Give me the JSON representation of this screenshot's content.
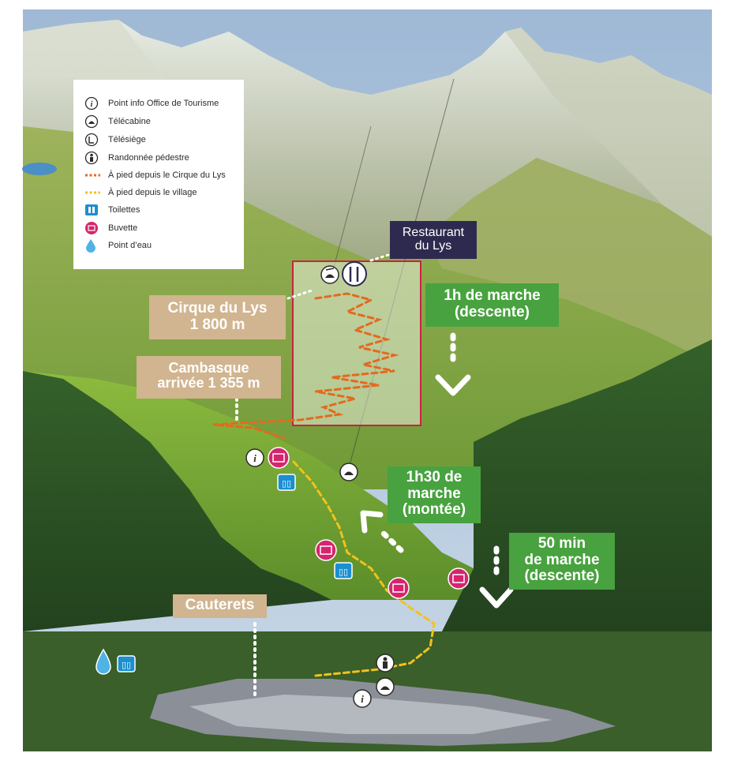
{
  "legend": {
    "items": [
      {
        "icon": "info-icon",
        "label": "Point info Office de Tourisme"
      },
      {
        "icon": "gondola-icon",
        "label": "Télécabine"
      },
      {
        "icon": "chairlift-icon",
        "label": "Télésiège"
      },
      {
        "icon": "hiker-icon",
        "label": "Randonnée pédestre"
      },
      {
        "icon": "orange-dotted-line-icon",
        "label": "À pied depuis le Cirque du Lys"
      },
      {
        "icon": "yellow-dotted-line-icon",
        "label": "À pied depuis le village"
      },
      {
        "icon": "toilets-icon",
        "label": "Toilettes"
      },
      {
        "icon": "refreshment-icon",
        "label": "Buvette"
      },
      {
        "icon": "water-drop-icon",
        "label": "Point d’eau"
      }
    ]
  },
  "places": {
    "restaurant": "Restaurant\ndu Lys",
    "cirque": "Cirque du Lys\n1 800 m",
    "cambasque": "Cambasque\narrivée 1 355 m",
    "cauterets": "Cauterets"
  },
  "walks": {
    "descent_1h": "1h de marche\n(descente)",
    "ascent_1h30": "1h30 de\nmarche\n(montée)",
    "descent_50": "50 min\nde marche\n(descente)"
  },
  "colors": {
    "tan": "#d1b590",
    "green": "#48a23f",
    "navy": "#2e2a4f",
    "orange_trail": "#e36a1f",
    "yellow_trail": "#f3c21b",
    "magenta": "#d6246e",
    "toilet_blue": "#1b8fd0"
  }
}
